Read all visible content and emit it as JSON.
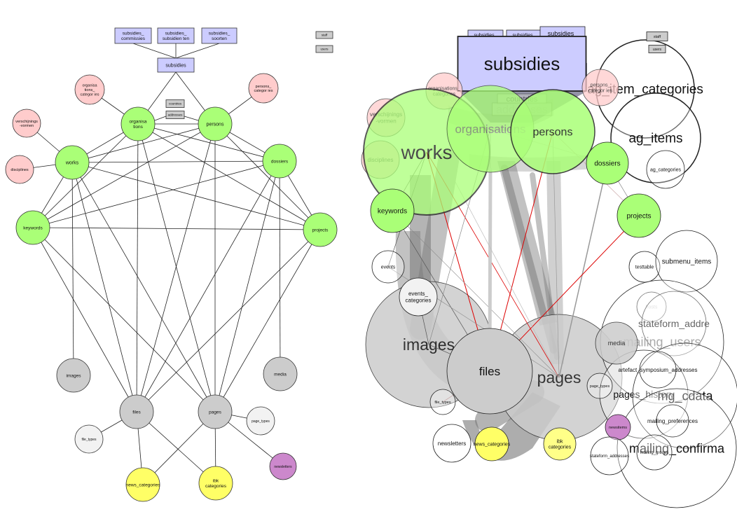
{
  "diagram_data": {
    "type": "network",
    "panels": [
      {
        "name": "simple",
        "nodes": [
          {
            "id": "subsidies_commissies",
            "label": "subsidies_ commissies",
            "shape": "rect",
            "fill": "#ccccff"
          },
          {
            "id": "subsidies_subsidienten",
            "label": "subsidies_ subsidien ten",
            "shape": "rect",
            "fill": "#ccccff"
          },
          {
            "id": "subsidies_soorten",
            "label": "subsidies_ soorten",
            "shape": "rect",
            "fill": "#ccccff"
          },
          {
            "id": "subsidies",
            "label": "subsidies",
            "shape": "rect",
            "fill": "#ccccff"
          },
          {
            "id": "staff",
            "label": "staff",
            "shape": "rect",
            "fill": "#cccccc"
          },
          {
            "id": "users",
            "label": "users",
            "shape": "rect",
            "fill": "#cccccc"
          },
          {
            "id": "countries",
            "label": "countries",
            "shape": "rect",
            "fill": "#cccccc"
          },
          {
            "id": "addresses",
            "label": "addresses",
            "shape": "rect",
            "fill": "#cccccc"
          },
          {
            "id": "organisations_categories",
            "label": "organisa tions_ categor ies",
            "shape": "circle",
            "fill": "#ffcccc"
          },
          {
            "id": "persons_categories",
            "label": "persons_ categor ies",
            "shape": "circle",
            "fill": "#ffcccc"
          },
          {
            "id": "verschijningsvormen",
            "label": "verschijnings -vormen",
            "shape": "circle",
            "fill": "#ffcccc"
          },
          {
            "id": "disciplines",
            "label": "disciplines",
            "shape": "circle",
            "fill": "#ffcccc"
          },
          {
            "id": "organisations",
            "label": "organisa tions",
            "shape": "circle",
            "fill": "#aaff77"
          },
          {
            "id": "persons",
            "label": "persons",
            "shape": "circle",
            "fill": "#aaff77"
          },
          {
            "id": "works",
            "label": "works",
            "shape": "circle",
            "fill": "#aaff77"
          },
          {
            "id": "dossiers",
            "label": "dossiers",
            "shape": "circle",
            "fill": "#aaff77"
          },
          {
            "id": "keywords",
            "label": "keywords",
            "shape": "circle",
            "fill": "#aaff77"
          },
          {
            "id": "projects",
            "label": "projects",
            "shape": "circle",
            "fill": "#aaff77"
          },
          {
            "id": "images",
            "label": "images",
            "shape": "circle",
            "fill": "#cccccc"
          },
          {
            "id": "media",
            "label": "media",
            "shape": "circle",
            "fill": "#cccccc"
          },
          {
            "id": "files",
            "label": "files",
            "shape": "circle",
            "fill": "#cccccc"
          },
          {
            "id": "pages",
            "label": "pages",
            "shape": "circle",
            "fill": "#cccccc"
          },
          {
            "id": "page_types",
            "label": "page_types",
            "shape": "circle",
            "fill": "#f2f2f2"
          },
          {
            "id": "file_types",
            "label": "file_types",
            "shape": "circle",
            "fill": "#f2f2f2"
          },
          {
            "id": "news_categories",
            "label": "news_categories",
            "shape": "circle",
            "fill": "#ffff66"
          },
          {
            "id": "ibk_categories",
            "label": "ibk categories",
            "shape": "circle",
            "fill": "#ffff66"
          },
          {
            "id": "newsletters",
            "label": "newsletters",
            "shape": "circle",
            "fill": "#cc88cc"
          }
        ],
        "edges": [
          [
            "subsidies_commissies",
            "subsidies"
          ],
          [
            "subsidies_subsidienten",
            "subsidies"
          ],
          [
            "subsidies_soorten",
            "subsidies"
          ],
          [
            "subsidies",
            "organisations"
          ],
          [
            "subsidies",
            "persons"
          ],
          [
            "organisations",
            "organisations_categories"
          ],
          [
            "persons",
            "persons_categories"
          ],
          [
            "organisations",
            "persons"
          ],
          [
            "works",
            "verschijningsvormen"
          ],
          [
            "works",
            "disciplines"
          ],
          [
            "organisations",
            "works"
          ],
          [
            "organisations",
            "dossiers"
          ],
          [
            "organisations",
            "keywords"
          ],
          [
            "organisations",
            "projects"
          ],
          [
            "persons",
            "works"
          ],
          [
            "persons",
            "dossiers"
          ],
          [
            "persons",
            "keywords"
          ],
          [
            "persons",
            "projects"
          ],
          [
            "works",
            "dossiers"
          ],
          [
            "works",
            "keywords"
          ],
          [
            "works",
            "projects"
          ],
          [
            "works",
            "images"
          ],
          [
            "works",
            "files"
          ],
          [
            "works",
            "pages"
          ],
          [
            "dossiers",
            "keywords"
          ],
          [
            "dossiers",
            "projects"
          ],
          [
            "dossiers",
            "files"
          ],
          [
            "dossiers",
            "pages"
          ],
          [
            "keywords",
            "projects"
          ],
          [
            "keywords",
            "files"
          ],
          [
            "keywords",
            "pages"
          ],
          [
            "projects",
            "files"
          ],
          [
            "projects",
            "pages"
          ],
          [
            "organisations",
            "files"
          ],
          [
            "organisations",
            "pages"
          ],
          [
            "persons",
            "files"
          ],
          [
            "persons",
            "pages"
          ],
          [
            "dossiers",
            "media"
          ],
          [
            "files",
            "file_types"
          ],
          [
            "files",
            "news_categories"
          ],
          [
            "files",
            "ibk_categories"
          ],
          [
            "pages",
            "page_types"
          ],
          [
            "pages",
            "news_categories"
          ],
          [
            "pages",
            "ibk_categories"
          ],
          [
            "pages",
            "newsletters"
          ]
        ]
      },
      {
        "name": "scaled",
        "nodes": [
          {
            "id": "subsidies_commissies",
            "label": "subsidies_ commissies",
            "shape": "rect",
            "fill": "#ccccff"
          },
          {
            "id": "subsidies_subsidienten",
            "label": "subsidies_ subsidienten",
            "shape": "rect",
            "fill": "#ccccff"
          },
          {
            "id": "subsidies_soorten",
            "label": "subsidies_ soorten",
            "shape": "rect",
            "fill": "#ccccff"
          },
          {
            "id": "subsidies",
            "label": "subsidies",
            "shape": "rect",
            "fill": "#ccccff"
          },
          {
            "id": "staff",
            "label": "staff",
            "shape": "rect",
            "fill": "#cccccc"
          },
          {
            "id": "users",
            "label": "users",
            "shape": "rect",
            "fill": "#cccccc"
          },
          {
            "id": "countries",
            "label": "countries",
            "shape": "rect",
            "fill": "#cccccc"
          },
          {
            "id": "addresses",
            "label": "addresses",
            "shape": "rect",
            "fill": "#cccccc"
          },
          {
            "id": "ag_item_categories",
            "label": "ag_item_categories",
            "shape": "circle",
            "fill": "#ffffff"
          },
          {
            "id": "ag_items",
            "label": "ag_items",
            "shape": "circle",
            "fill": "#ffffff"
          },
          {
            "id": "ag_categories",
            "label": "ag_categories",
            "shape": "circle",
            "fill": "#ffffff"
          },
          {
            "id": "organisations_categories",
            "label": "organisations_ categories",
            "shape": "circle",
            "fill": "#ffcccc"
          },
          {
            "id": "persons_categories",
            "label": "persons_ categor ies",
            "shape": "circle",
            "fill": "#ffcccc"
          },
          {
            "id": "verschijningsvormen",
            "label": "verschijnings -vormen",
            "shape": "circle",
            "fill": "#ffcccc"
          },
          {
            "id": "disciplines",
            "label": "disciplines",
            "shape": "circle",
            "fill": "#ffcccc"
          },
          {
            "id": "works",
            "label": "works",
            "shape": "circle",
            "fill": "#aaff77"
          },
          {
            "id": "organisations",
            "label": "organisations",
            "shape": "circle",
            "fill": "#aaff77"
          },
          {
            "id": "persons",
            "label": "persons",
            "shape": "circle",
            "fill": "#aaff77"
          },
          {
            "id": "dossiers",
            "label": "dossiers",
            "shape": "circle",
            "fill": "#aaff77"
          },
          {
            "id": "keywords",
            "label": "keywords",
            "shape": "circle",
            "fill": "#aaff77"
          },
          {
            "id": "projects",
            "label": "projects",
            "shape": "circle",
            "fill": "#aaff77"
          },
          {
            "id": "events",
            "label": "events",
            "shape": "circle",
            "fill": "#ffffff"
          },
          {
            "id": "events_categories",
            "label": "events_ categories",
            "shape": "circle",
            "fill": "#f2f2f2"
          },
          {
            "id": "testtable",
            "label": "testtable",
            "shape": "circle",
            "fill": "#ffffff"
          },
          {
            "id": "submenu_items",
            "label": "submenu_items",
            "shape": "circle",
            "fill": "#ffffff"
          },
          {
            "id": "images",
            "label": "images",
            "shape": "circle",
            "fill": "#cccccc"
          },
          {
            "id": "files",
            "label": "files",
            "shape": "circle",
            "fill": "#cccccc"
          },
          {
            "id": "pages",
            "label": "pages",
            "shape": "circle",
            "fill": "#cccccc"
          },
          {
            "id": "media",
            "label": "media",
            "shape": "circle",
            "fill": "#cccccc"
          },
          {
            "id": "hosts",
            "label": "hosts",
            "shape": "circle",
            "fill": "#ffffff"
          },
          {
            "id": "stateform_addresses",
            "label": "stateform_addre",
            "shape": "circle",
            "fill": "#ffffff"
          },
          {
            "id": "mailing_users",
            "label": "mailing_users",
            "shape": "circle",
            "fill": "#ffffff"
          },
          {
            "id": "artefact_symposium_addresses",
            "label": "artefact_symposium_addresses",
            "shape": "circle",
            "fill": "#ffffff"
          },
          {
            "id": "page_types",
            "label": "page_types",
            "shape": "circle",
            "fill": "#ffffff"
          },
          {
            "id": "pages_history",
            "label": "pages_history",
            "shape": "circle",
            "fill": "#ffffff"
          },
          {
            "id": "mg_cdata",
            "label": "mg_cdata",
            "shape": "circle",
            "fill": "#ffffff"
          },
          {
            "id": "mailing_preferences",
            "label": "mailing_preferences",
            "shape": "circle",
            "fill": "#ffffff"
          },
          {
            "id": "mailing_confirmations",
            "label": "mailing_confirma",
            "shape": "circle",
            "fill": "#ffffff"
          },
          {
            "id": "mailing_groups",
            "label": "mailing_groups",
            "shape": "circle",
            "fill": "#ffffff"
          },
          {
            "id": "file_types",
            "label": "file_types",
            "shape": "circle",
            "fill": "#ffffff"
          },
          {
            "id": "newsletters",
            "label": "newsletters",
            "shape": "circle",
            "fill": "#ffffff"
          },
          {
            "id": "news_categories",
            "label": "news_categories",
            "shape": "circle",
            "fill": "#ffff66"
          },
          {
            "id": "ibk_categories",
            "label": "ibk categories",
            "shape": "circle",
            "fill": "#ffff88"
          },
          {
            "id": "newsitems",
            "label": "newsitems",
            "shape": "circle",
            "fill": "#cc88cc"
          },
          {
            "id": "stateform_addresses_small",
            "label": "stateform_addresses",
            "shape": "circle",
            "fill": "#ffffff"
          }
        ]
      }
    ],
    "colors": {
      "subsidy": "#ccccff",
      "category": "#ffcccc",
      "core": "#aaff77",
      "media": "#cccccc",
      "highlight": "#ffff66",
      "newsletter": "#cc88cc",
      "link_red": "#dd0000",
      "band": "#7a7a7a"
    }
  }
}
